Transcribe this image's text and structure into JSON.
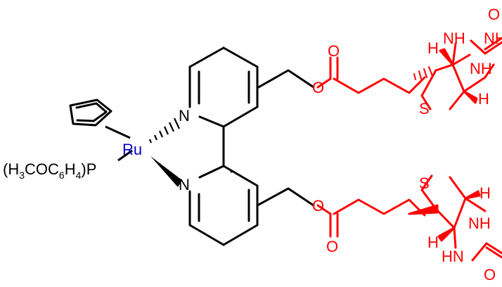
{
  "colors": {
    "backbone": "#000000",
    "biotin": "#ff0000",
    "metal": "#0000cc"
  },
  "labels": {
    "ru": "Ru",
    "p": "P",
    "ligand_prefix": "(H",
    "ligand_sub1": "3",
    "ligand_mid1": "COC",
    "ligand_sub2": "6",
    "ligand_mid2": "H",
    "ligand_sub3": "4",
    "ligand_suffix": ")",
    "n_top": "N",
    "n_bottom": "N",
    "o_ether": "O",
    "o_carbonyl": "O",
    "s": "S",
    "nh": "NH",
    "hn": "HN",
    "h": "H"
  }
}
